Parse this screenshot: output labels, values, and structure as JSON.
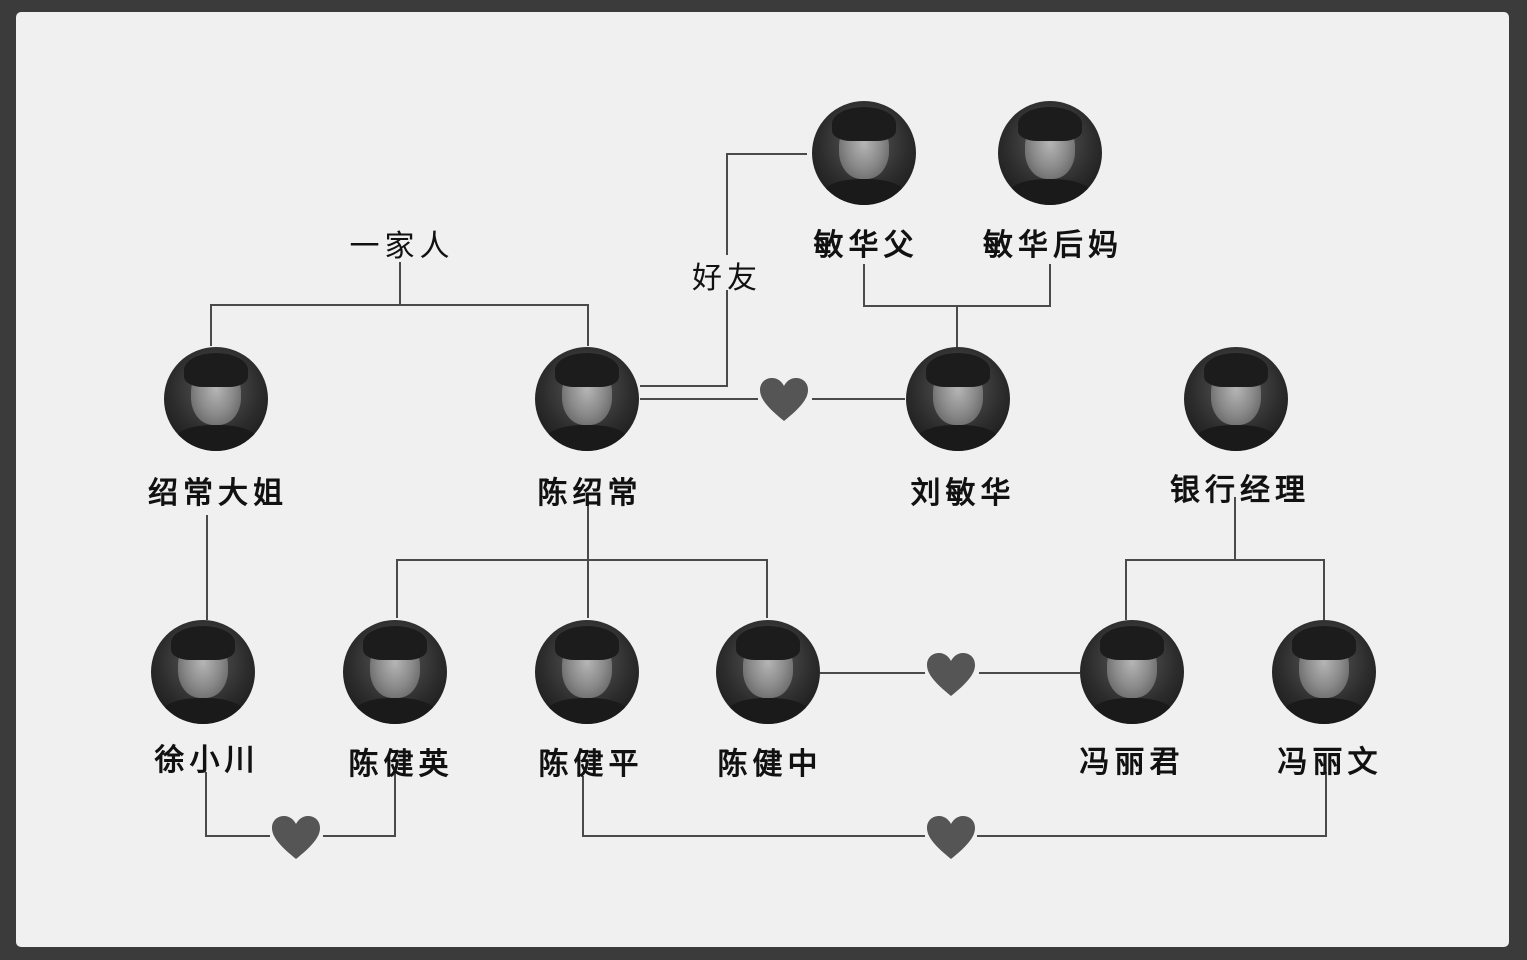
{
  "people": {
    "shaochang_sister": "绍常大姐",
    "chen_shaochang": "陈绍常",
    "liu_minhua": "刘敏华",
    "minhua_father": "敏华父",
    "minhua_stepmother": "敏华后妈",
    "bank_manager": "银行经理",
    "xu_xiaochuan": "徐小川",
    "chen_jianying": "陈健英",
    "chen_jianping": "陈健平",
    "chen_jianzhong": "陈健中",
    "feng_lijun": "冯丽君",
    "feng_liwen": "冯丽文"
  },
  "relations": {
    "family": "一家人",
    "friends": "好友"
  },
  "colors": {
    "frame": "#3b3b3b",
    "panel": "#f0f0f0",
    "line": "#4a4a4a",
    "heart": "#555555"
  },
  "icons": {
    "heart": "heart-icon",
    "avatar": "portrait-avatar"
  }
}
